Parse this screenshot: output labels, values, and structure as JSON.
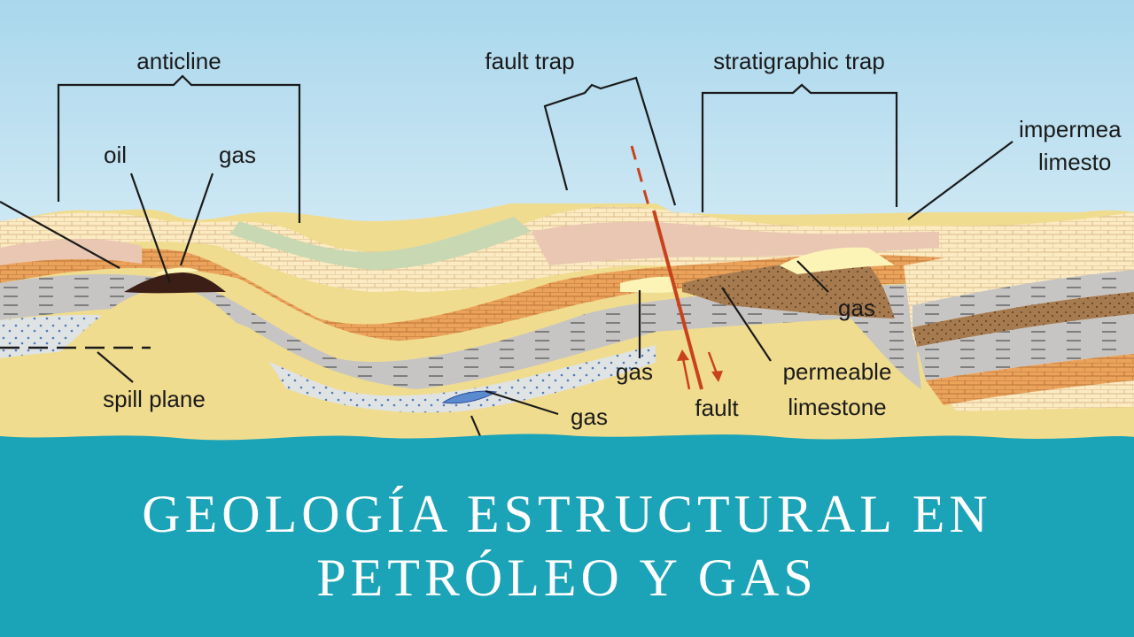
{
  "diagram": {
    "labels": {
      "anticline": "anticline",
      "oil": "oil",
      "gas_anticline": "gas",
      "fault_trap": "fault trap",
      "stratigraphic_trap": "stratigraphic trap",
      "impermeable_limestone_line1": "impermea",
      "impermeable_limestone_line2": "limesto",
      "spill_plane": "spill plane",
      "gas_fault": "gas",
      "gas_deep": "gas",
      "fault": "fault",
      "gas_strat": "gas",
      "permeable_line1": "permeable",
      "permeable_line2": "limestone"
    }
  },
  "banner": {
    "line1": "GEOLOGÍA ESTRUCTURAL EN",
    "line2": "PETRÓLEO Y GAS"
  },
  "colors": {
    "sky_top": "#a9d7ec",
    "sky_bottom": "#f2f8fc",
    "banner": "#1ba3b8",
    "sand": "#f0dc8e",
    "limestone": "#fbeac2",
    "orange_layer": "#eba35c",
    "pink_layer": "#e9c7b3",
    "gray_layer": "#c6c5c4",
    "green_layer": "#c8d8b2",
    "brown_layer": "#a67a4f",
    "oil": "#3b1e16",
    "gas_yellow": "#fcf4b6",
    "fault_red": "#c8421c"
  }
}
